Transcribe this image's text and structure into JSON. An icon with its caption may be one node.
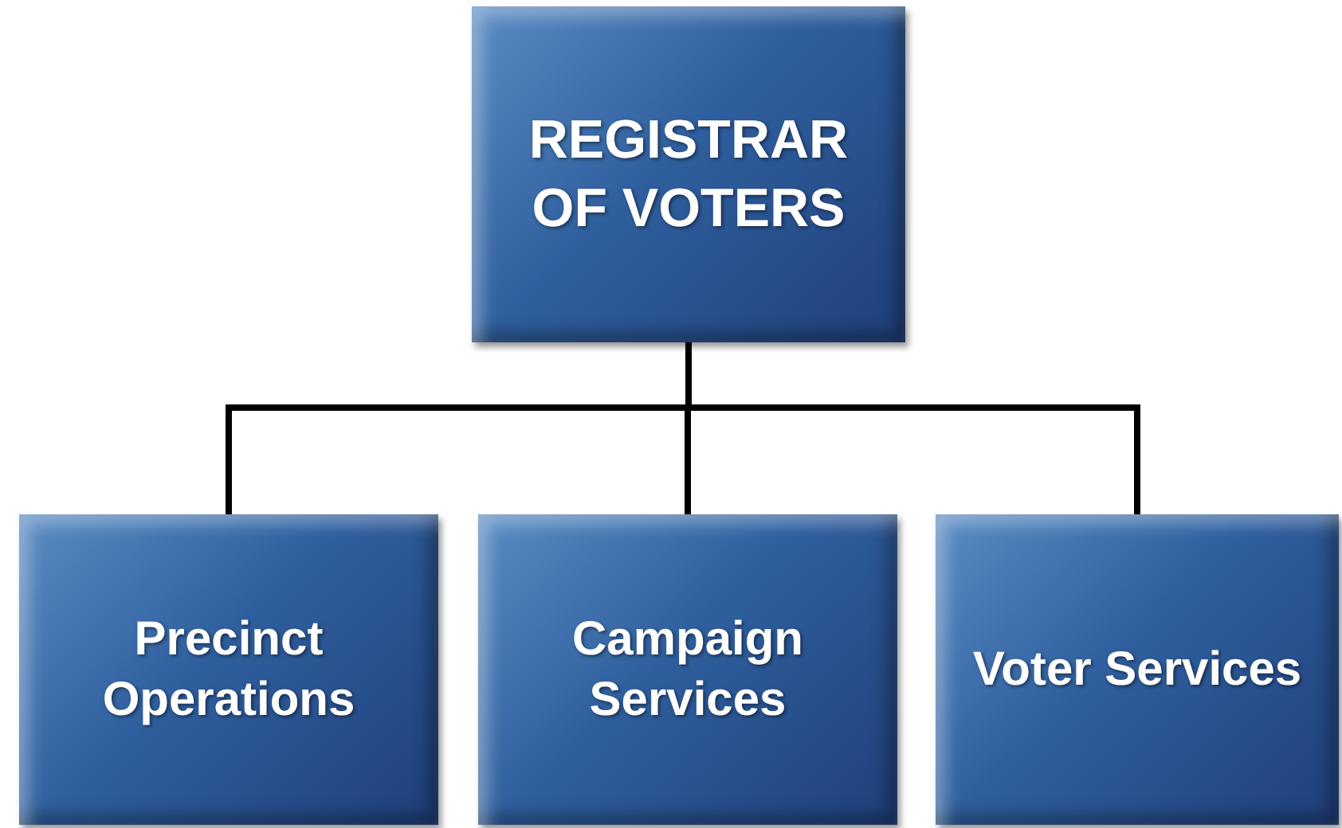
{
  "diagram": {
    "nodes": [
      {
        "text": [
          "REGISTRAR OF VOTERS"
        ]
      },
      {
        "text": [
          "Precinct Operations"
        ]
      },
      {
        "text": [
          "Campaign Services"
        ]
      },
      {
        "text": [
          "Voter Services"
        ]
      }
    ],
    "edges": [
      {
        "from": 0,
        "to": 1,
        "arrow": "none"
      },
      {
        "from": 0,
        "to": 2,
        "arrow": "none"
      },
      {
        "from": 0,
        "to": 3,
        "arrow": "none"
      }
    ]
  }
}
